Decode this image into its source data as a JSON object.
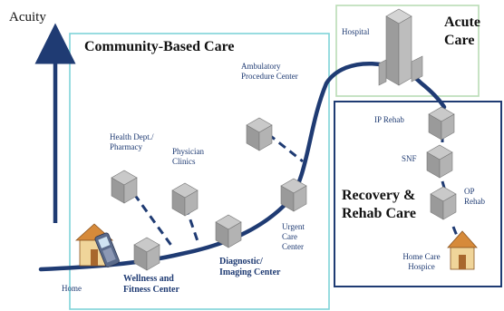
{
  "colors": {
    "curve": "#1f3b73",
    "community_box": "#7fd3d9",
    "acute_box": "#b9dcb5",
    "recovery_box": "#1f3b73",
    "text_dark": "#111111",
    "text_blue": "#1f3b73"
  },
  "axis": {
    "label": "Acuity"
  },
  "regions": {
    "community": "Community-Based Care",
    "acute": "Acute Care",
    "recovery": "Recovery & Rehab Care"
  },
  "nodes": [
    {
      "id": "home",
      "label": "Home",
      "icon": "house-icon"
    },
    {
      "id": "wellness",
      "label": "Wellness and Fitness Center",
      "icon": "building-icon"
    },
    {
      "id": "health_dept",
      "label": "Health Dept./ Pharmacy",
      "icon": "building-icon"
    },
    {
      "id": "physician",
      "label": "Physician Clinics",
      "icon": "building-icon"
    },
    {
      "id": "diagnostic",
      "label": "Diagnostic/ Imaging Center",
      "icon": "building-icon"
    },
    {
      "id": "ambulatory",
      "label": "Ambulatory Procedure Center",
      "icon": "building-icon"
    },
    {
      "id": "urgent",
      "label": "Urgent Care Center",
      "icon": "building-icon"
    },
    {
      "id": "hospital",
      "label": "Hospital",
      "icon": "hospital-tower-icon"
    },
    {
      "id": "ip_rehab",
      "label": "IP Rehab",
      "icon": "building-icon"
    },
    {
      "id": "snf",
      "label": "SNF",
      "icon": "building-icon"
    },
    {
      "id": "op_rehab",
      "label": "OP Rehab",
      "icon": "building-icon"
    },
    {
      "id": "home_care",
      "label": "Home Care Hospice",
      "icon": "house-icon"
    }
  ],
  "decor": {
    "phone": "cell-phone-icon"
  }
}
